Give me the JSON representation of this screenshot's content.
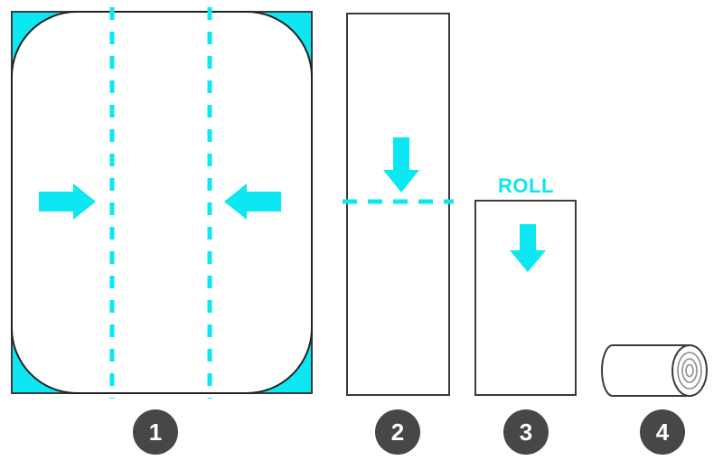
{
  "diagram": {
    "title_text_visible": false,
    "colors": {
      "accent": "#0CE7F2",
      "outline": "#3A3A3A",
      "badge_fill": "#474747",
      "badge_text": "#FFFFFF",
      "sheet_fill": "#FFFFFF",
      "background": "#FFFFFF"
    },
    "steps": [
      {
        "number": "1",
        "badge_label": "1",
        "shape": "rounded-rectangle-sheet",
        "annotations": {
          "fold_lines": 2,
          "arrow_left_direction": "right",
          "arrow_right_direction": "left"
        }
      },
      {
        "number": "2",
        "badge_label": "2",
        "shape": "folded-strip",
        "annotations": {
          "fold_lines": 1,
          "arrow_direction": "down"
        }
      },
      {
        "number": "3",
        "badge_label": "3",
        "label": "ROLL",
        "shape": "folded-rectangle",
        "annotations": {
          "arrow_direction": "down"
        }
      },
      {
        "number": "4",
        "badge_label": "4",
        "shape": "rolled-tube",
        "annotations": {
          "spiral_rings": 3
        }
      }
    ]
  }
}
